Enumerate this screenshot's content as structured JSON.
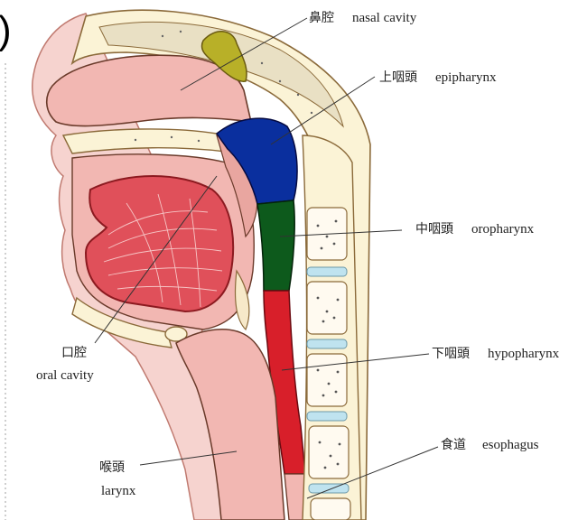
{
  "figure": {
    "corner_glyph": ")",
    "labels": {
      "nasal_cavity": {
        "zh": "鼻腔",
        "en": "nasal cavity"
      },
      "epipharynx": {
        "zh": "上咽頭",
        "en": "epipharynx"
      },
      "oropharynx": {
        "zh": "中咽頭",
        "en": "oropharynx"
      },
      "oral_cavity": {
        "zh": "口腔",
        "en": "oral cavity"
      },
      "hypopharynx": {
        "zh": "下咽頭",
        "en": "hypopharynx"
      },
      "larynx": {
        "zh": "喉頭",
        "en": "larynx"
      },
      "esophagus": {
        "zh": "食道",
        "en": "esophagus"
      }
    },
    "colors": {
      "epipharynx_region": "#0a2f9e",
      "oropharynx_region": "#0d5a1c",
      "hypopharynx_region": "#d81f2a",
      "tongue_muscle": "#e0505a",
      "mucosa": "#f2b7b2",
      "sinus": "#b8b028",
      "bone_cream": "#fbf3d6",
      "disc": "#bfe3ef"
    }
  }
}
